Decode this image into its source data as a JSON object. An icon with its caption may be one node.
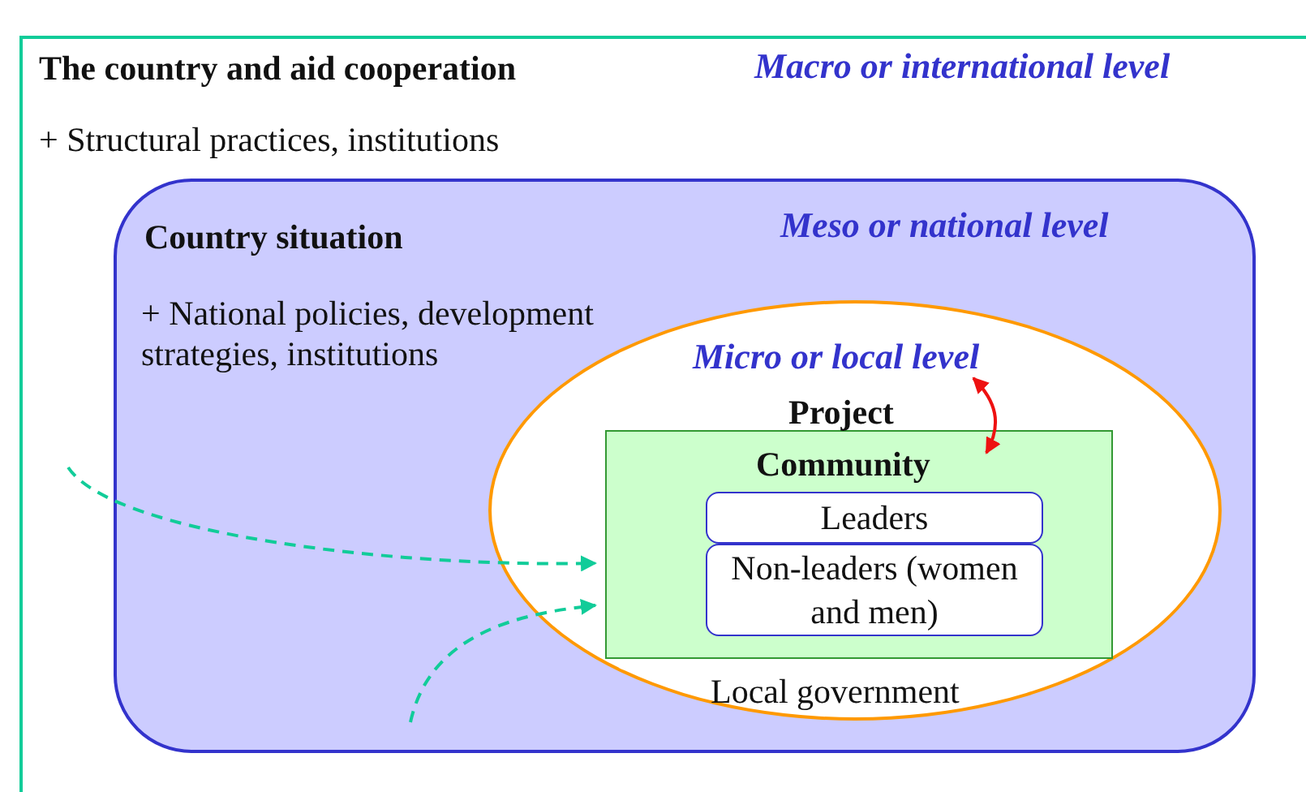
{
  "diagram": {
    "nodes": [
      {
        "text": [
          "The country and aid cooperation",
          "Macro or international level",
          "+ Structural practices, institutions"
        ]
      },
      {
        "text": [
          "Country situation",
          "Meso or national level",
          "+ National policies, development strategies, institutions"
        ],
        "in": 0
      },
      {
        "text": [
          "Micro or local level",
          "Project",
          "Local government"
        ],
        "in": 1
      },
      {
        "text": [
          "Community"
        ],
        "in": 2
      },
      {
        "text": [
          "Leaders"
        ],
        "in": 3
      },
      {
        "text": [
          "Non-leaders (women and men)"
        ],
        "in": 3
      }
    ],
    "edges": [
      {
        "from": 2,
        "to": 3,
        "arrow": "both",
        "color": "#ee1111"
      },
      {
        "from": null,
        "to": 3,
        "arrow": "to",
        "style": "dashed",
        "color": "#11cc99"
      },
      {
        "from": null,
        "to": 3,
        "arrow": "to",
        "style": "dashed",
        "color": "#11cc99"
      }
    ]
  }
}
